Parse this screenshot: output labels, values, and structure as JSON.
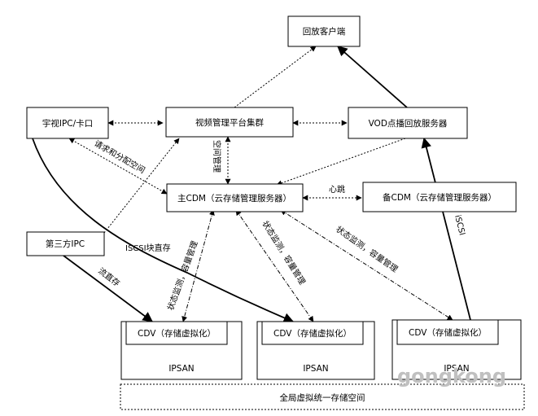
{
  "nodes": {
    "playback_client": "回放客户端",
    "front_ipc": "宇视IPC/卡口",
    "video_mgmt_cluster": "视频管理平台集群",
    "vod_server": "VOD点播回放服务器",
    "main_cdm": "主CDM（云存储管理服务器）",
    "backup_cdm": "备CDM（云存储管理服务器）",
    "third_party_ipc": "第三方IPC",
    "cdv_1": "CDV（存储虚拟化）",
    "cdv_2": "CDV（存储虚拟化）",
    "cdv_3": "CDV（存储虚拟化）",
    "ipsan_1": "IPSAN",
    "ipsan_2": "IPSAN",
    "ipsan_3": "IPSAN",
    "global_space": "全局虚拟统一存储空间"
  },
  "edge_labels": {
    "request_alloc": "请求和分配空间",
    "space_mgmt": "空间管理",
    "heartbeat": "心跳",
    "iscsi_block": "ISCSI块直存",
    "status_capacity_1": "状态监测，容量管理",
    "status_capacity_2": "状态监测，容量管理",
    "status_capacity_3": "状态监测，容量管理",
    "stream_store": "流直存",
    "iscsi": "iSCSI"
  },
  "watermark": "gongkong"
}
